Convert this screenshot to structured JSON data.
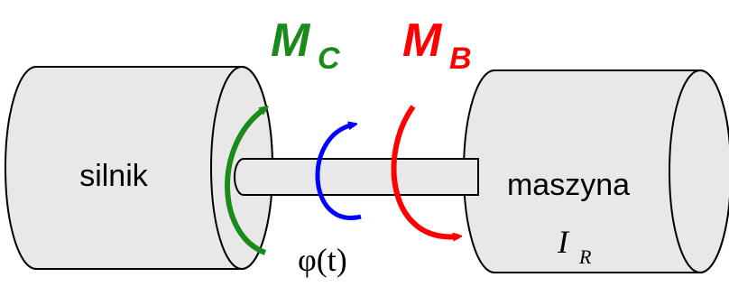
{
  "labels": {
    "motor": "silnik",
    "machine": "maszyna",
    "inertia_main": "I",
    "inertia_sub": "R",
    "angle": "φ(t)",
    "torque_c_main": "M",
    "torque_c_sub": "C",
    "torque_b_main": "M",
    "torque_b_sub": "B"
  },
  "colors": {
    "cylinder_fill": "#e8e8e8",
    "stroke": "#000000",
    "torque_c": "#1a8a1a",
    "torque_b": "#ff0000",
    "angle_arrow": "#0000ff"
  }
}
